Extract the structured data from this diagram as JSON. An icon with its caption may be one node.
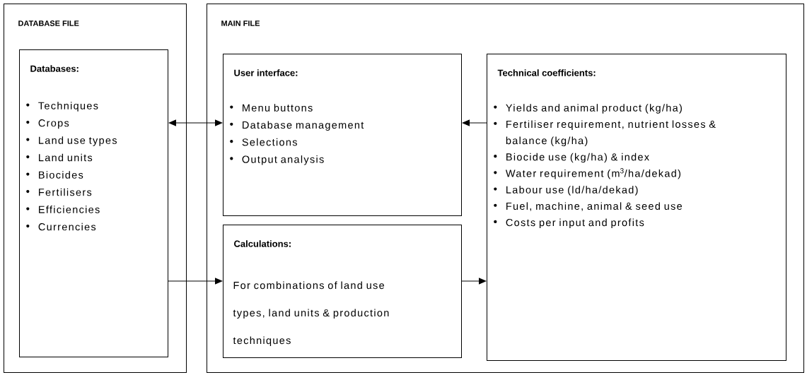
{
  "diagram": {
    "nodes": [
      {
        "text": [
          "DATABASE FILE"
        ]
      },
      {
        "text": [
          "Databases:",
          "Techniques",
          "Crops",
          "Land use types",
          "Land units",
          "Biocides",
          "Fertilisers",
          "Efficiencies",
          "Currencies"
        ],
        "in": 0
      },
      {
        "text": [
          "MAIN FILE"
        ]
      },
      {
        "text": [
          "User interface:",
          "Menu buttons",
          "Database management",
          "Selections",
          "Output analysis"
        ],
        "in": 2
      },
      {
        "text": [
          "Calculations:",
          "For combinations of land use types, land units & production techniques"
        ],
        "in": 2
      },
      {
        "text": [
          "Technical  coefficients:",
          "Yields and animal product (kg/ha)",
          "Fertiliser requirement, nutrient losses & balance (kg/ha)",
          "Biocide use (kg/ha) & index",
          "Water requirement (m$^{3}$/ha/dekad)",
          "Labour use (ld/ha/dekad)",
          "Fuel, machine, animal & seed use",
          "Costs per input and profits"
        ],
        "in": 2
      }
    ],
    "edges": [
      {
        "from": 1,
        "to": 3,
        "arrow": "both"
      },
      {
        "from": 1,
        "to": 4,
        "arrow": "to"
      },
      {
        "from": 5,
        "to": 3,
        "arrow": "to"
      },
      {
        "from": 4,
        "to": 5,
        "arrow": "to"
      }
    ]
  }
}
